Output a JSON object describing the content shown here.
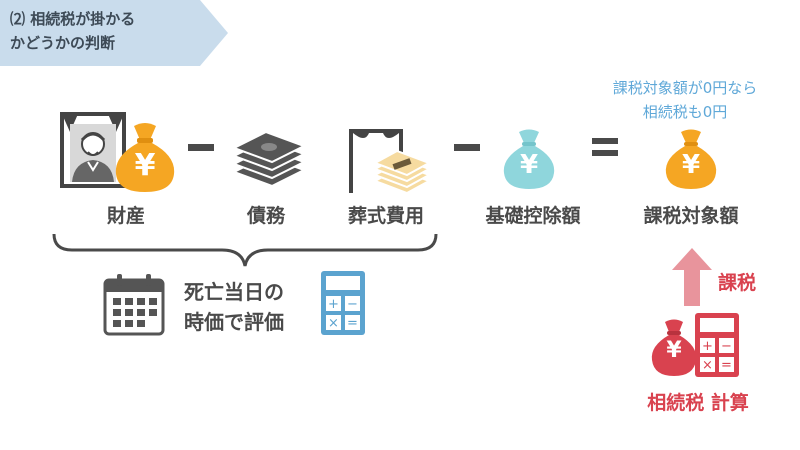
{
  "banner": {
    "line1": "⑵ 相続税が掛かる",
    "line2": "かどうかの判断"
  },
  "items": {
    "assets": "財産",
    "debts": "債務",
    "funeral": "葬式費用",
    "deduction": "基礎控除額",
    "taxable": "課税対象額"
  },
  "operators": {
    "minus": "−",
    "equals": "="
  },
  "note": {
    "line1": "課税対象額が0円なら",
    "line2": "相続税も0円"
  },
  "valuation": {
    "line1": "死亡当日の",
    "line2": "時価で評価"
  },
  "taxation": {
    "label": "課税",
    "calc": "相続税 計算"
  },
  "yen_symbol": "¥",
  "calculator_keys": [
    "+",
    "−",
    "×",
    "="
  ],
  "colors": {
    "banner": "#c9dcec",
    "gold": "#f5a623",
    "teal": "#8fd6dc",
    "red": "#d9424f",
    "red_light": "#e8949c",
    "calc_blue": "#5ba3cf",
    "dark_gray": "#4a4a4a"
  },
  "icons": [
    "portrait-icon",
    "money-bag-icon",
    "banknote-stack-icon",
    "funeral-icon",
    "calendar-icon",
    "calculator-icon",
    "arrow-up-icon"
  ]
}
